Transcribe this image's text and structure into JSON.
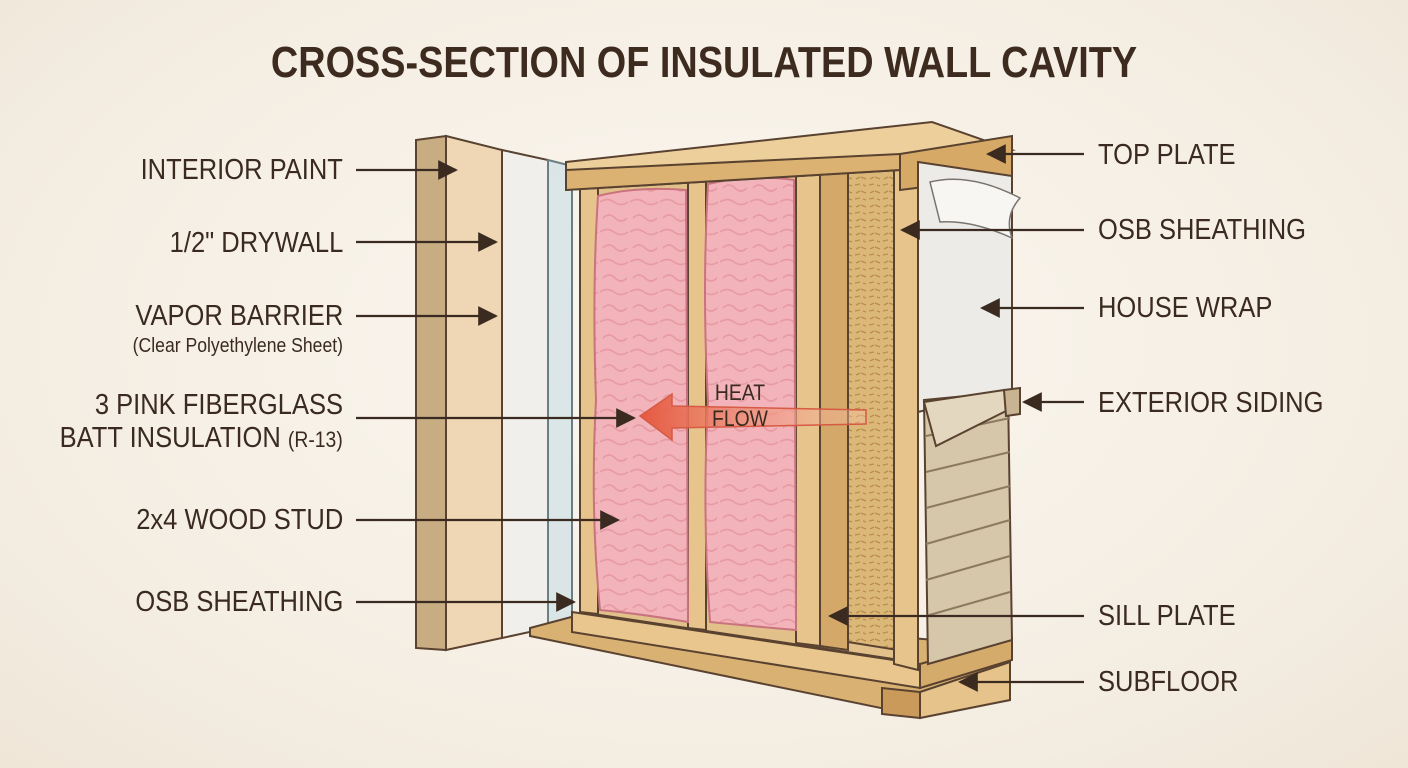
{
  "title": "CROSS-SECTION OF INSULATED WALL CAVITY",
  "left_labels": {
    "interior_paint": "INTERIOR PAINT",
    "drywall": "1/2\" DRYWALL",
    "vapor_barrier": "VAPOR BARRIER",
    "vapor_barrier_note": "(Clear Polyethylene Sheet)",
    "insulation_line1": "3 PINK FIBERGLASS",
    "insulation_line2": "BATT INSULATION",
    "insulation_rating": "(R-13)",
    "stud": "2x4 WOOD STUD",
    "osb_sheathing": "OSB SHEATHING"
  },
  "right_labels": {
    "top_plate": "TOP PLATE",
    "osb_sheathing": "OSB SHEATHING",
    "house_wrap": "HOUSE WRAP",
    "exterior_siding": "EXTERIOR SIDING",
    "sill_plate": "SILL PLATE",
    "subfloor": "SUBFLOOR"
  },
  "heat_flow": {
    "line1": "HEAT",
    "line2": "FLOW"
  },
  "colors": {
    "wood": "#e6c38a",
    "wood_dark": "#c99a5a",
    "insulation": "#f1b3b8",
    "drywall": "#eeeae4",
    "paint": "#efd8b8",
    "osb": "#d9b574",
    "house_wrap": "#ecebe8",
    "siding": "#d8c9ae",
    "arrow": "#e8735a",
    "text": "#3a2a20"
  }
}
